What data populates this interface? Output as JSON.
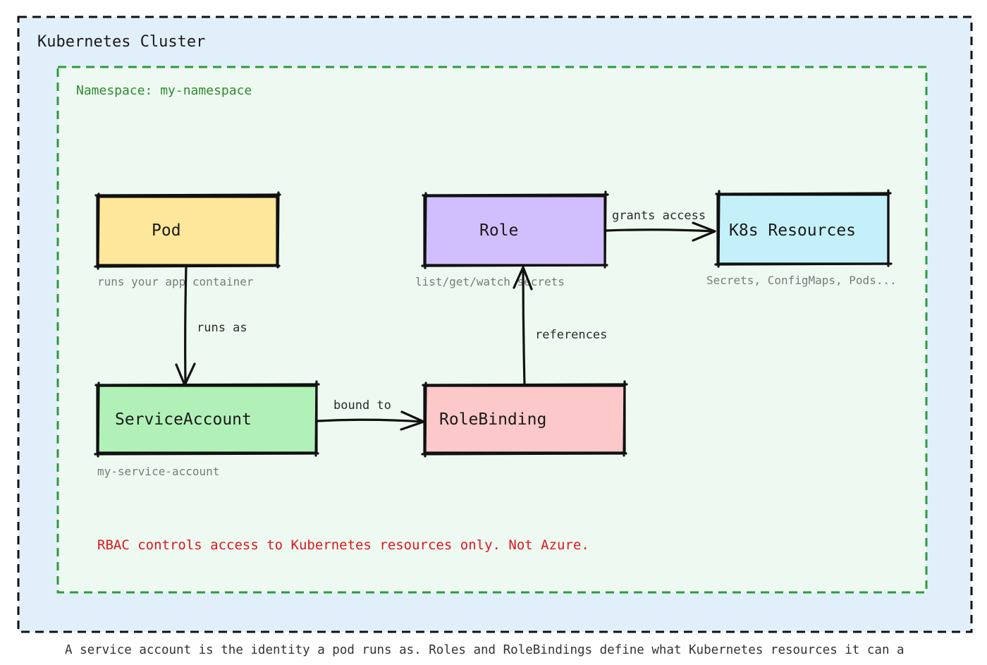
{
  "cluster": {
    "title": "Kubernetes Cluster"
  },
  "namespace": {
    "title": "Namespace: my-namespace"
  },
  "nodes": {
    "pod": {
      "label": "Pod",
      "sublabel": "runs your app container",
      "color": "#fde79b"
    },
    "role": {
      "label": "Role",
      "sublabel": "list/get/watch secrets",
      "color": "#d1befd"
    },
    "k8s_resources": {
      "label": "K8s Resources",
      "sublabel": "Secrets, ConfigMaps, Pods...",
      "color": "#c4f1f9"
    },
    "service_account": {
      "label": "ServiceAccount",
      "sublabel": "my-service-account",
      "color": "#b1f1b8"
    },
    "role_binding": {
      "label": "RoleBinding",
      "color": "#fcc8c9"
    }
  },
  "edges": {
    "runs_as": "runs as",
    "bound_to": "bound to",
    "references": "references",
    "grants_access": "grants access"
  },
  "note": "RBAC controls access to Kubernetes resources only. Not Azure.",
  "caption": "A service account is the identity a pod runs as. Roles and RoleBindings define what Kubernetes resources it can a",
  "colors": {
    "cluster_fill": "#e1effb",
    "namespace_fill": "#eefaf1",
    "namespace_border": "#2e9b3a",
    "note": "#e0161d"
  }
}
